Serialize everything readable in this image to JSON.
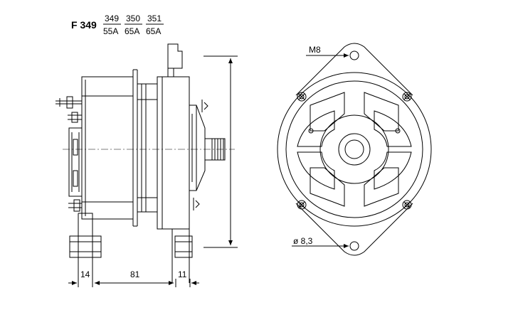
{
  "header": {
    "model": "F 349",
    "variants": [
      {
        "number": "349",
        "rating": "55A"
      },
      {
        "number": "350",
        "rating": "65A"
      },
      {
        "number": "351",
        "rating": "65A"
      }
    ]
  },
  "side_view": {
    "dimensions": {
      "left": "14",
      "middle": "81",
      "right": "11"
    }
  },
  "front_view": {
    "thread_label": "M8",
    "hole_label": "ø 8,3"
  },
  "colors": {
    "ink": "#000000",
    "background": "#ffffff"
  }
}
